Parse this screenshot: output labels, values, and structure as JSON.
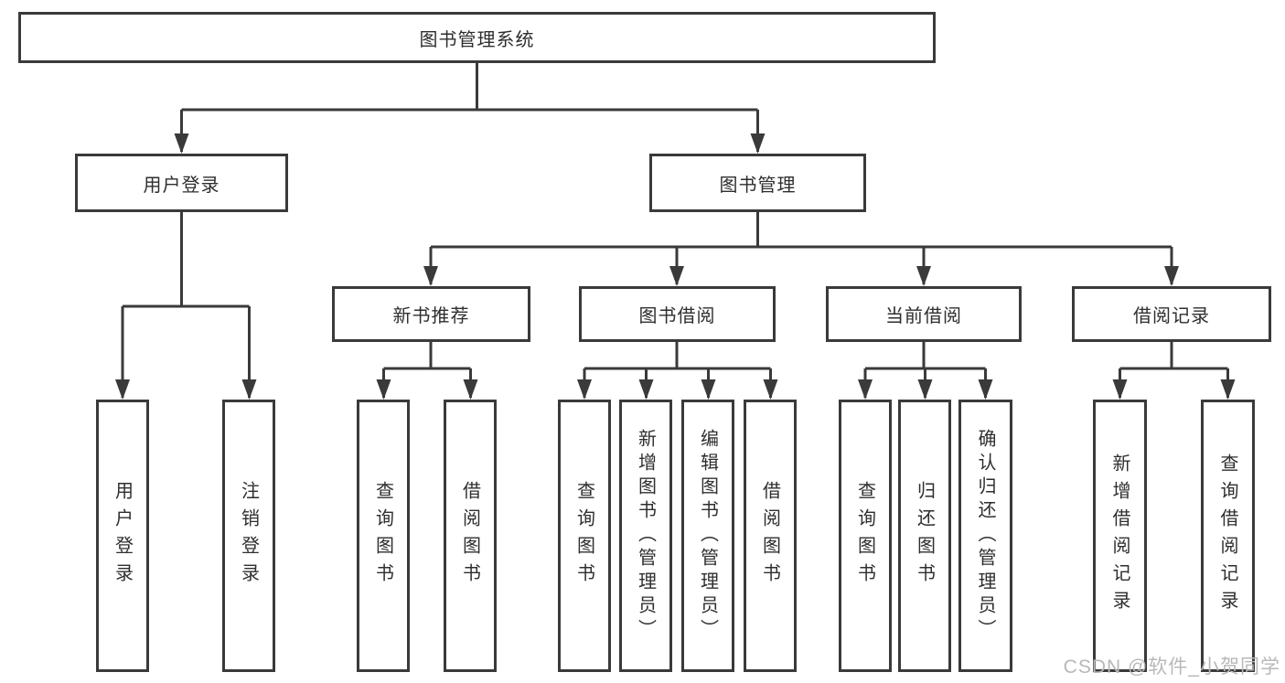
{
  "watermark": {
    "text": "CSDN @软件_小贺同学",
    "color": "#b8b8b8"
  },
  "colors": {
    "line": "#3a3a3a",
    "text": "#2e2e2e",
    "background": "#ffffff"
  },
  "diagram": {
    "type": "hierarchy-tree",
    "root": {
      "label": "图书管理系统",
      "children": [
        {
          "label": "用户登录",
          "children": [
            {
              "label": "用户登录"
            },
            {
              "label": "注销登录"
            }
          ]
        },
        {
          "label": "图书管理",
          "children": [
            {
              "label": "新书推荐",
              "children": [
                {
                  "label": "查询图书"
                },
                {
                  "label": "借阅图书"
                }
              ]
            },
            {
              "label": "图书借阅",
              "children": [
                {
                  "label": "查询图书"
                },
                {
                  "label": "新增图书（管理员）"
                },
                {
                  "label": "编辑图书（管理员）"
                },
                {
                  "label": "借阅图书"
                }
              ]
            },
            {
              "label": "当前借阅",
              "children": [
                {
                  "label": "查询图书"
                },
                {
                  "label": "归还图书"
                },
                {
                  "label": "确认归还（管理员）"
                }
              ]
            },
            {
              "label": "借阅记录",
              "children": [
                {
                  "label": "新增借阅记录"
                },
                {
                  "label": "查询借阅记录"
                }
              ]
            }
          ]
        }
      ]
    }
  }
}
